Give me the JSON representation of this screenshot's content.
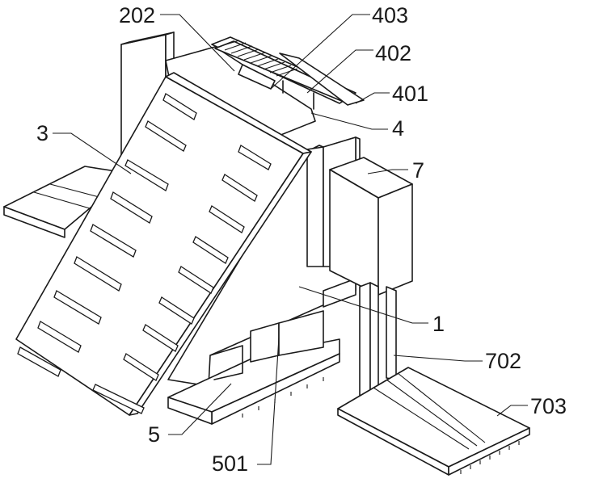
{
  "labels": {
    "l202": "202",
    "l403": "403",
    "l402": "402",
    "l401": "401",
    "l3": "3",
    "l4": "4",
    "l7": "7",
    "l1": "1",
    "l702": "702",
    "l703": "703",
    "l5": "5",
    "l501": "501"
  }
}
